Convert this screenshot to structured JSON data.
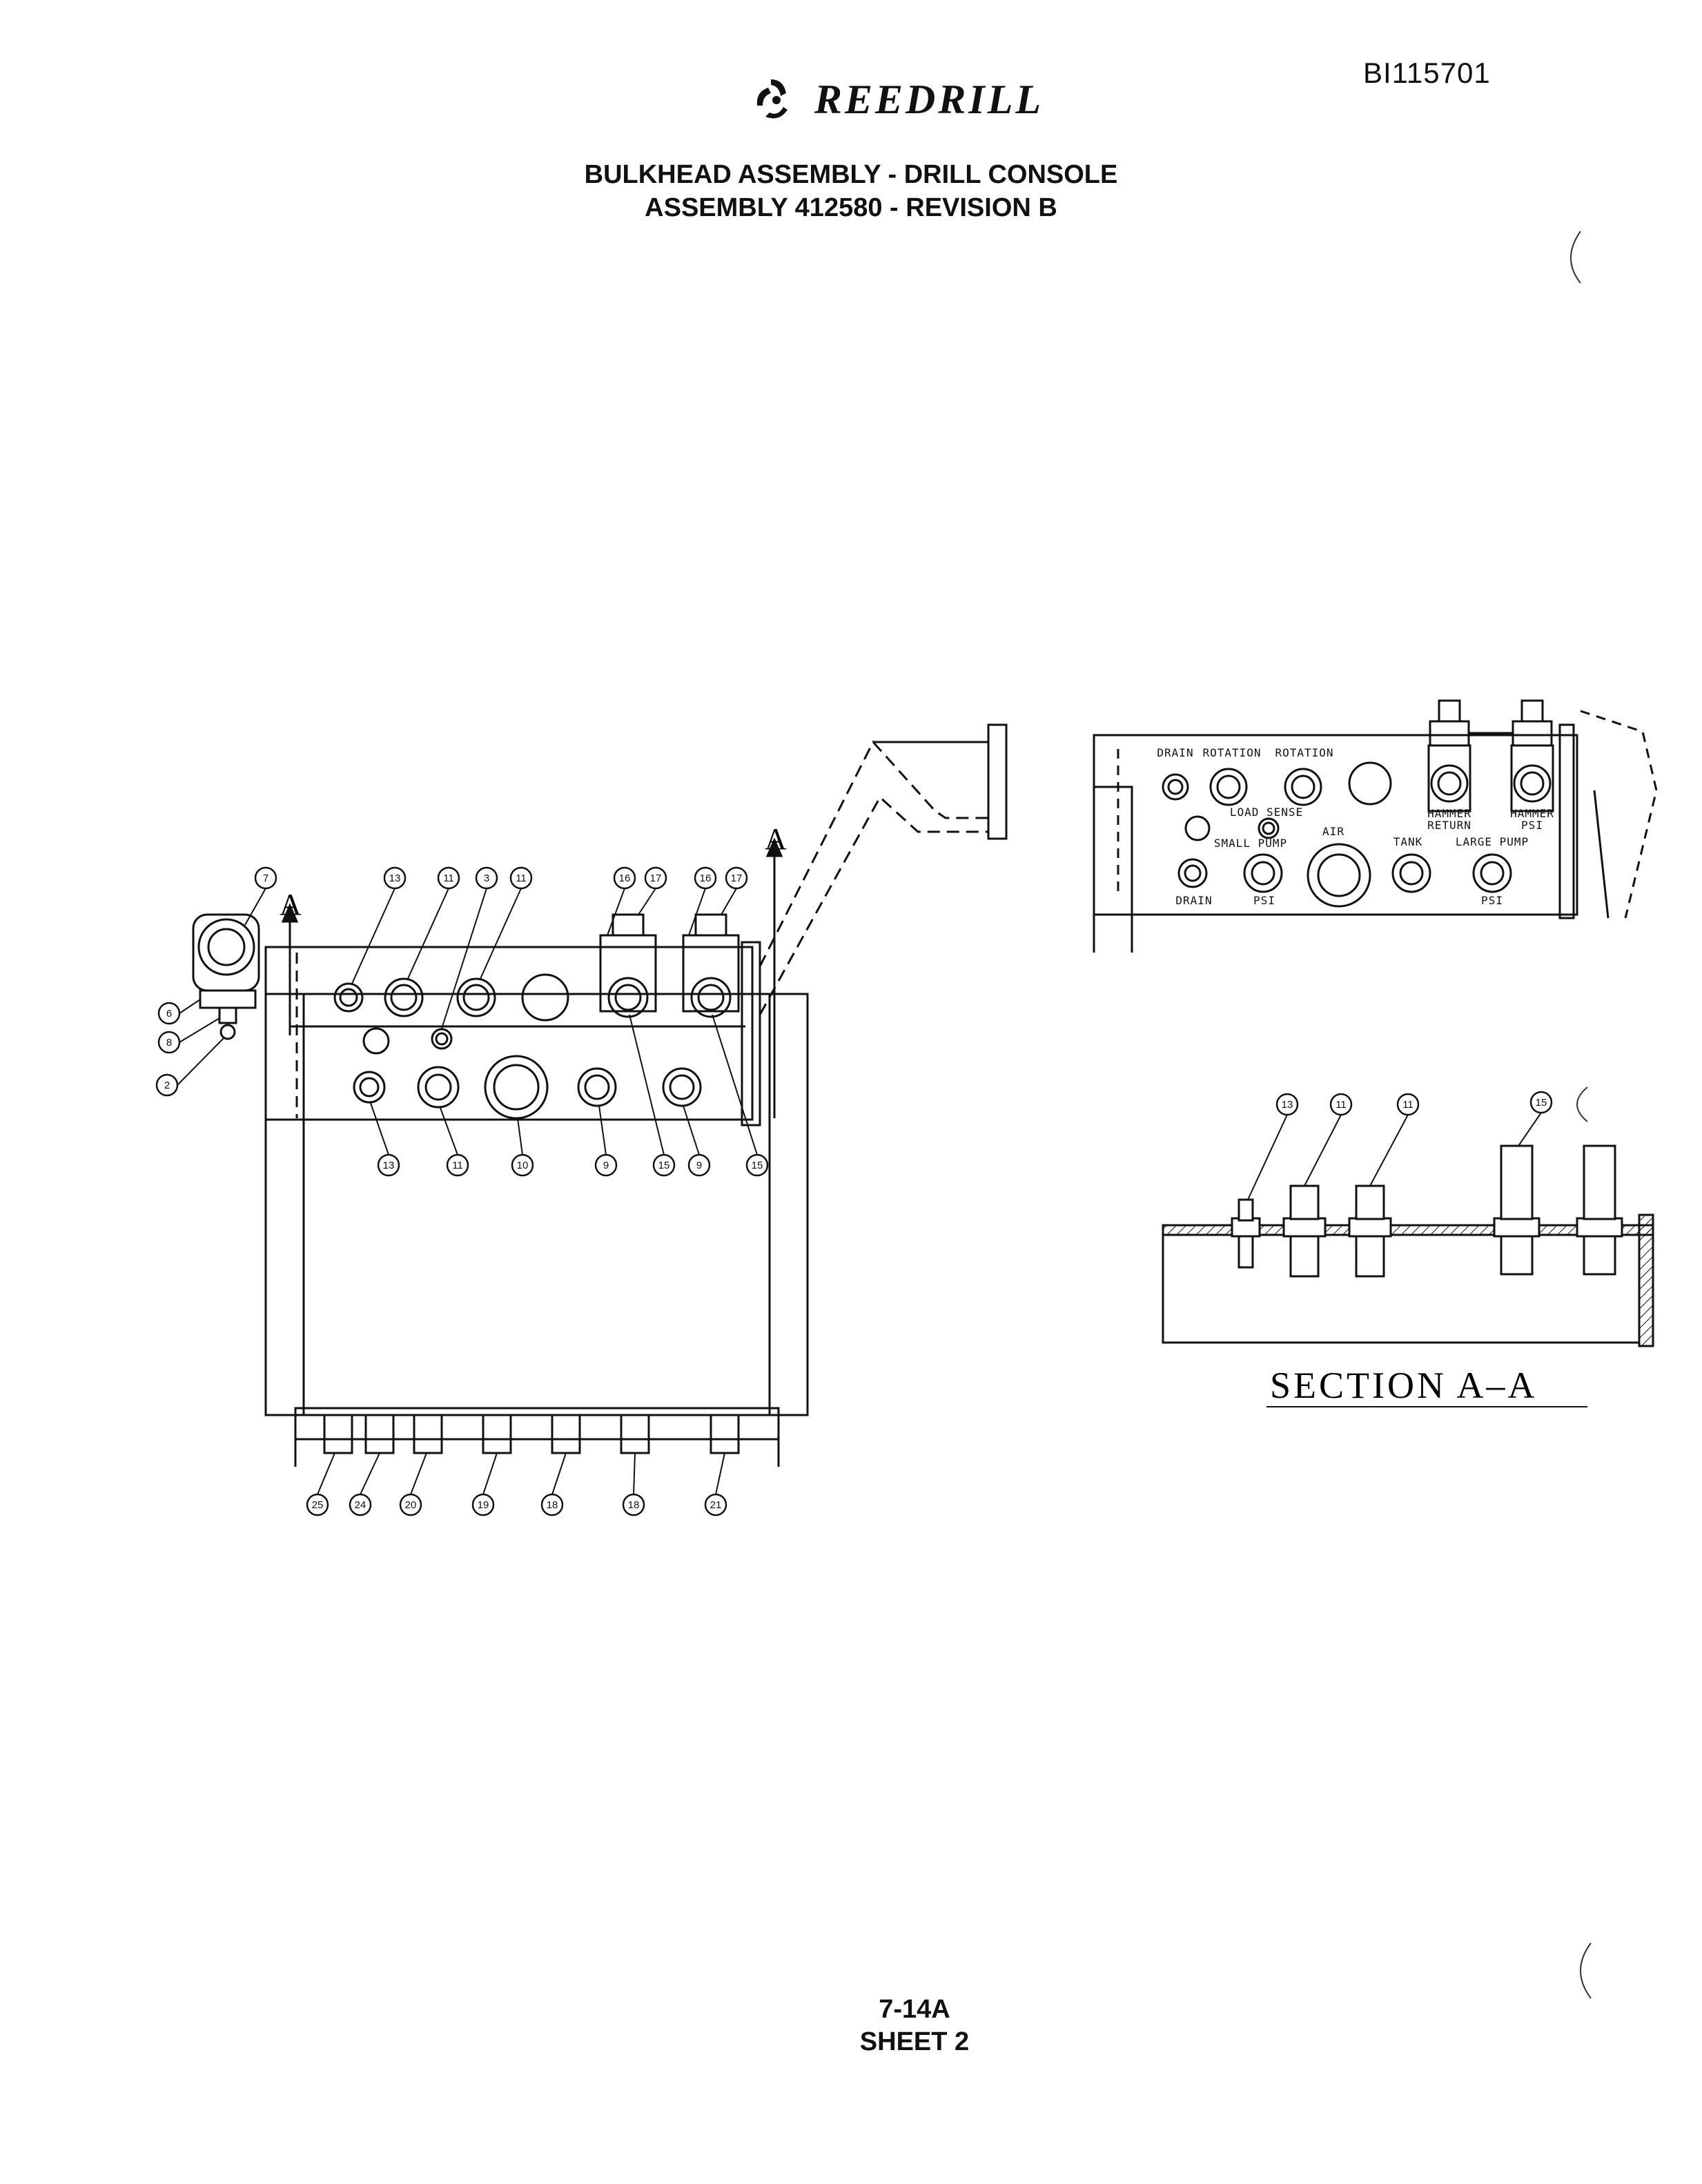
{
  "header": {
    "doc_id": "BI115701",
    "brand": "REEDRILL",
    "title_line1": "BULKHEAD ASSEMBLY - DRILL CONSOLE",
    "title_line2": "ASSEMBLY 412580 - REVISION B"
  },
  "footer": {
    "page": "7-14A",
    "sheet": "SHEET 2"
  },
  "section_marker": "A",
  "section_title": "SECTION A–A",
  "callouts_top": [
    "7",
    "13",
    "11",
    "3",
    "11",
    "16",
    "17",
    "16",
    "17"
  ],
  "callouts_left": [
    "6",
    "8",
    "2"
  ],
  "callouts_mid": [
    "13",
    "11",
    "10",
    "9",
    "15",
    "9",
    "15"
  ],
  "callouts_bottom": [
    "25",
    "24",
    "20",
    "19",
    "18",
    "18",
    "21"
  ],
  "callouts_section": [
    "13",
    "11",
    "11",
    "15"
  ],
  "panel_labels": {
    "drain_top": "DRAIN",
    "rotation1": "ROTATION",
    "rotation2": "ROTATION",
    "load_sense": "LOAD SENSE",
    "small_pump": "SMALL PUMP",
    "air": "AIR",
    "tank": "TANK",
    "large_pump": "LARGE PUMP",
    "hammer_return_1": "HAMMER",
    "hammer_return_2": "RETURN",
    "hammer_psi_1": "HAMMER",
    "hammer_psi_2": "PSI",
    "drain_bottom": "DRAIN",
    "psi_small": "PSI",
    "psi_large": "PSI"
  }
}
